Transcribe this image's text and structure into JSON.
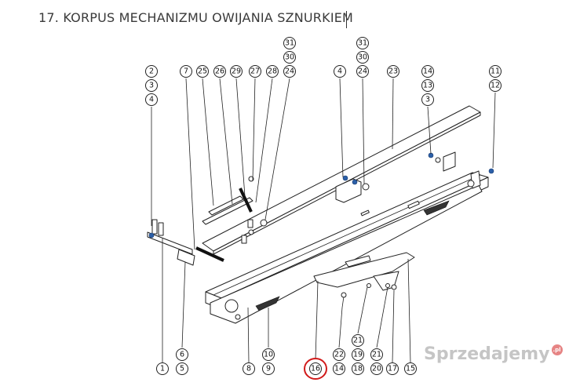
{
  "title": "17. KORPUS MECHANIZMU OWIJANIA SZNURKIEM",
  "highlight_color": "#d11a1a",
  "watermark": {
    "text": "Sprzedajemy",
    "suffix": ".pl"
  },
  "callouts": {
    "c2": "2",
    "c3a": "3",
    "c4a": "4",
    "c7": "7",
    "c25": "25",
    "c26": "26",
    "c29": "29",
    "c27": "27",
    "c28": "28",
    "c31a": "31",
    "c30a": "30",
    "c24a": "24",
    "c4b": "4",
    "c31b": "31",
    "c30b": "30",
    "c24b": "24",
    "c23": "23",
    "c14a": "14",
    "c13": "13",
    "c3b": "3",
    "c11": "11",
    "c12": "12",
    "c1": "1",
    "c6": "6",
    "c5": "5",
    "c8": "8",
    "c10": "10",
    "c9": "9",
    "c16": "16",
    "c22": "22",
    "c14b": "14",
    "c21a": "21",
    "c19": "19",
    "c18": "18",
    "c21b": "21",
    "c20": "20",
    "c17": "17",
    "c15": "15"
  }
}
